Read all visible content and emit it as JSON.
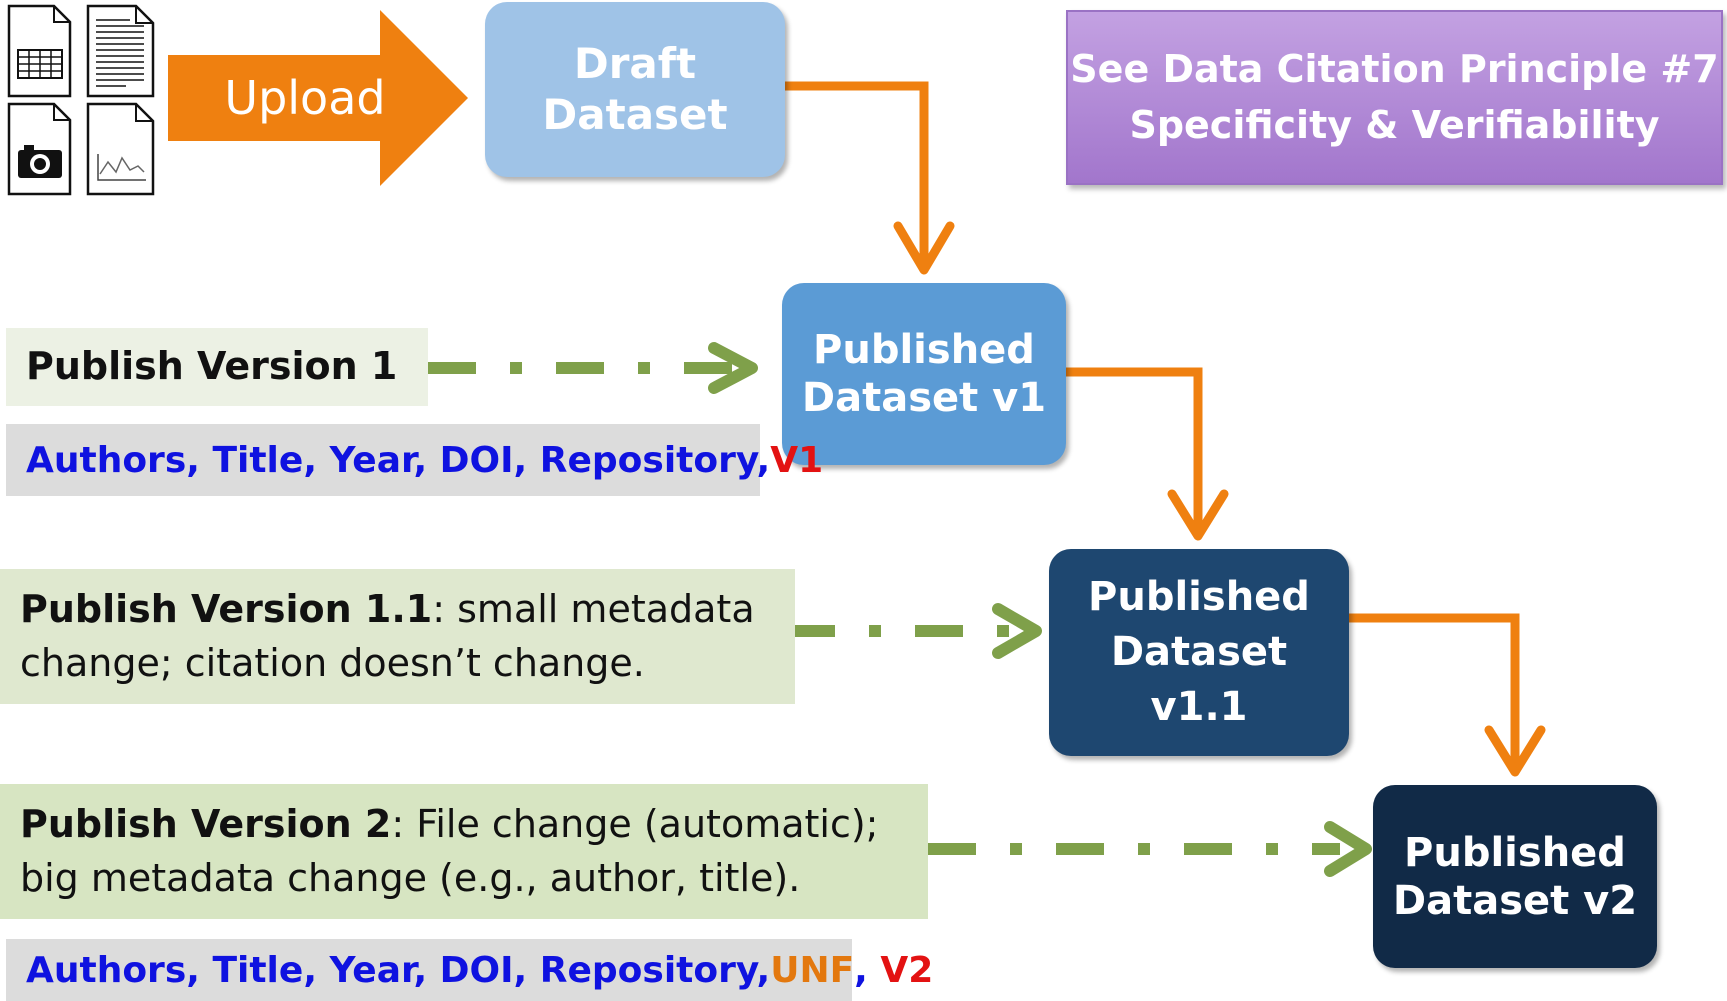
{
  "colors": {
    "orange_arrow": "#ef8010",
    "green_dashed_arrow": "#7fa04a",
    "draft_box": "#9fc3e7",
    "v1_box": "#5b9bd5",
    "v11_box": "#1e4770",
    "v2_box": "#112a47",
    "principle_box": "#b48bd8",
    "citation_fields": "#0f12e0",
    "version_red": "#e31212",
    "unf_orange": "#e3780e"
  },
  "file_icons": [
    "spreadsheet-icon",
    "document-icon",
    "camera-icon",
    "chart-icon"
  ],
  "upload": {
    "label": "Upload"
  },
  "draft": {
    "line1": "Draft",
    "line2": "Dataset"
  },
  "principle": {
    "line1": "See Data Citation Principle #7",
    "line2": "Specificity & Verifiability"
  },
  "v1": {
    "box_line1": "Published",
    "box_line2": "Dataset v1",
    "label_bold": "Publish Version 1",
    "citation_fields": "Authors, Title, Year, DOI, Repository, ",
    "citation_version": "V1"
  },
  "v11": {
    "box_line1": "Published",
    "box_line2": "Dataset",
    "box_line3": "v1.1",
    "label_bold": "Publish Version 1.1",
    "label_rest": ": small metadata",
    "label_line2": "change; citation doesn’t change."
  },
  "v2": {
    "box_line1": "Published",
    "box_line2": "Dataset v2",
    "label_bold": "Publish Version 2",
    "label_rest": ": File change (automatic);",
    "label_line2": "big metadata change (e.g., author, title).",
    "citation_fields": "Authors, Title, Year, DOI, Repository, ",
    "citation_unf": "UNF",
    "citation_comma": ", ",
    "citation_version": "V2"
  }
}
